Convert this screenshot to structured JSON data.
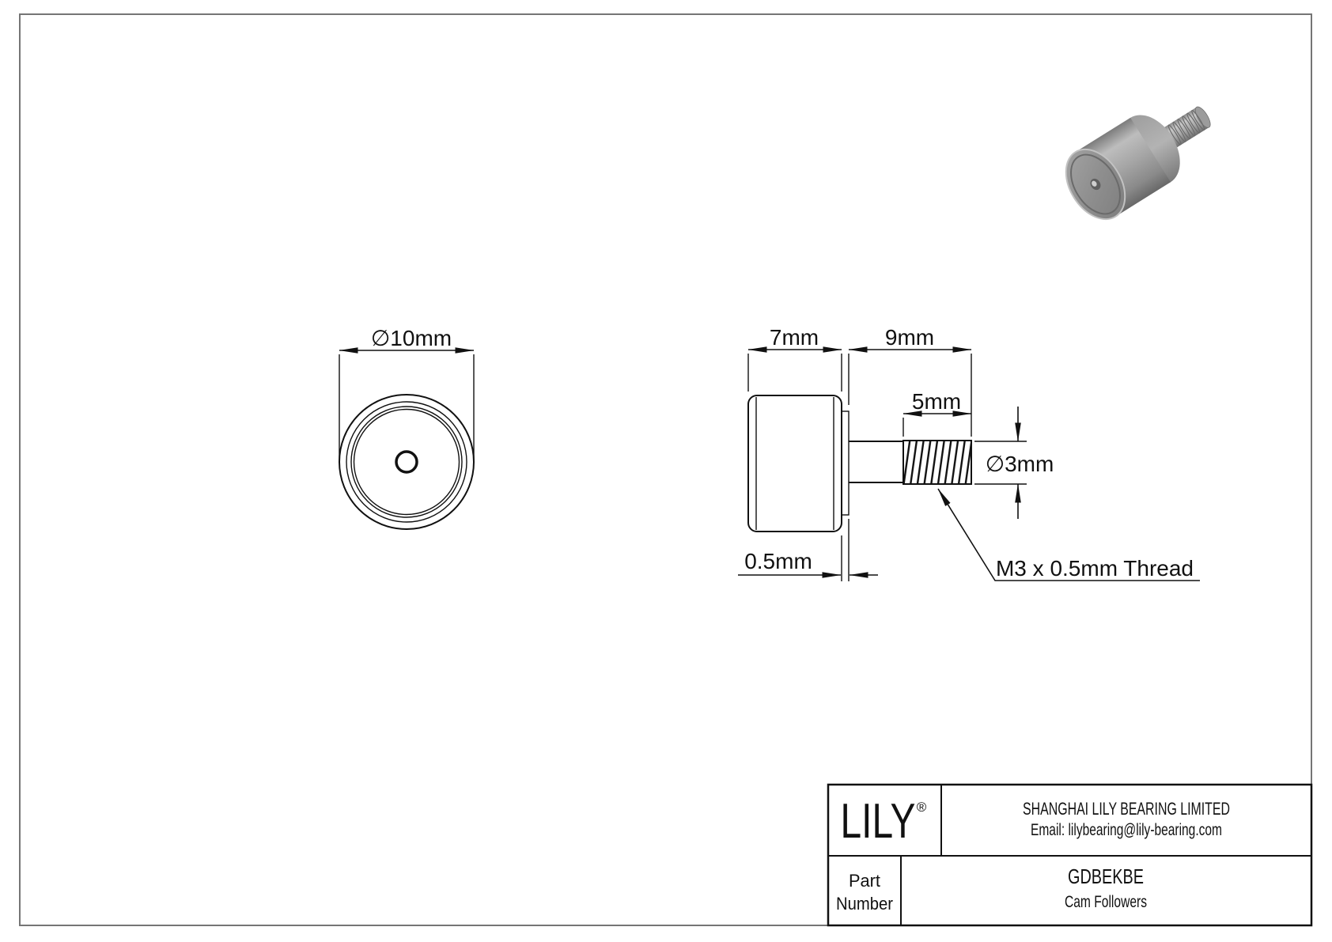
{
  "colors": {
    "background": "#ffffff",
    "line": "#111111",
    "sheet_frame": "#757575",
    "render_body_mid": "#a0a0a0",
    "render_body_light": "#c4c4c4",
    "render_body_dark": "#6e6e6e",
    "render_face": "#8f8f8f"
  },
  "front_view": {
    "diameter": "∅10mm"
  },
  "side_view": {
    "body_width": "7mm",
    "stud_length": "9mm",
    "thread_length": "5mm",
    "stud_diameter": "∅3mm",
    "boss_width": "0.5mm",
    "thread_note": "M3 x 0.5mm Thread"
  },
  "title_block": {
    "logo": "LILY",
    "registered": "®",
    "company": "SHANGHAI LILY BEARING LIMITED",
    "email": "Email: lilybearing@lily-bearing.com",
    "part_label_1": "Part",
    "part_label_2": "Number",
    "part_number": "GDBEKBE",
    "category": "Cam Followers"
  }
}
